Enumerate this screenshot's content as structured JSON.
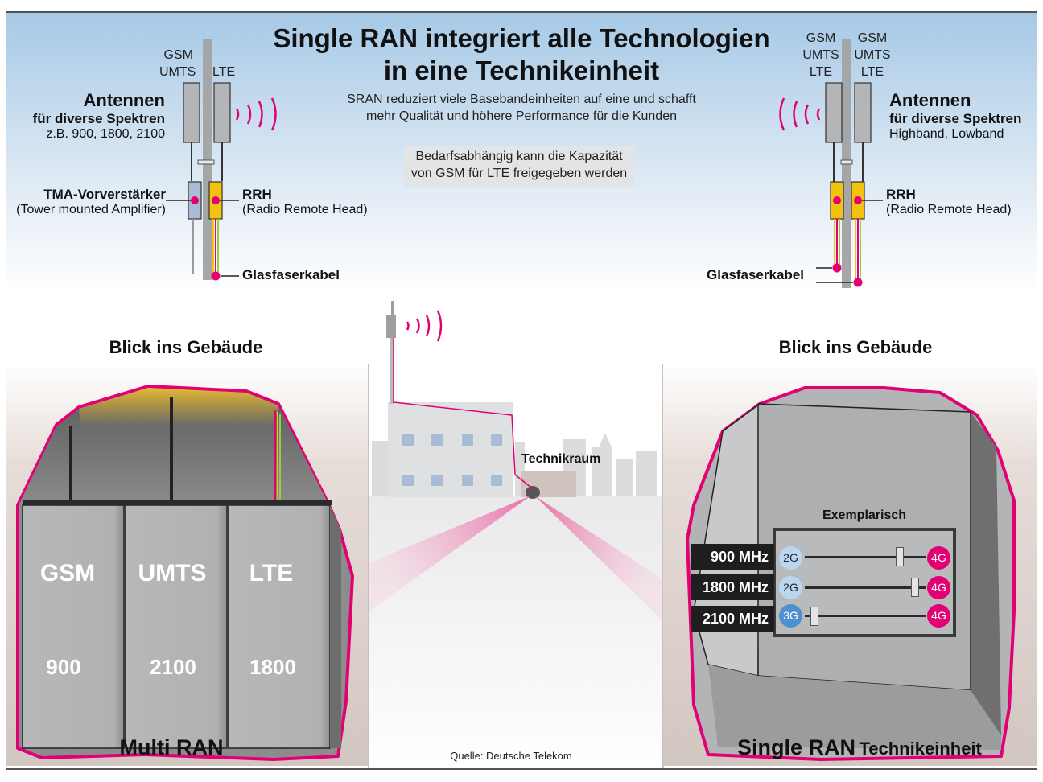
{
  "header": {
    "title_line1": "Single RAN integriert alle Technologien",
    "title_line2": "in eine Technikeinheit",
    "subtitle_line1": "SRAN reduziert viele Basebandeinheiten auf eine und schafft",
    "subtitle_line2": "mehr Qualität und höhere Performance für die Kunden",
    "note_line1": "Bedarfsabhängig kann die Kapazität",
    "note_line2": "von GSM für LTE freigegeben werden"
  },
  "left_mast": {
    "antenna_tag_left_1": "GSM",
    "antenna_tag_left_2": "UMTS",
    "antenna_tag_right": "LTE",
    "antennas_title": "Antennen",
    "antennas_sub": "für diverse Spektren",
    "antennas_example": "z.B. 900, 1800, 2100",
    "tma_title": "TMA-Vorverstärker",
    "tma_sub": "(Tower mounted Amplifier)",
    "rrh_title": "RRH",
    "rrh_sub": "(Radio Remote Head)",
    "fiber": "Glasfaserkabel"
  },
  "right_mast": {
    "tag_a_1": "GSM",
    "tag_a_2": "UMTS",
    "tag_a_3": "LTE",
    "tag_b_1": "GSM",
    "tag_b_2": "UMTS",
    "tag_b_3": "LTE",
    "antennas_title": "Antennen",
    "antennas_sub": "für diverse Spektren",
    "antennas_example": "Highband, Lowband",
    "rrh_title": "RRH",
    "rrh_sub": "(Radio Remote Head)",
    "fiber": "Glasfaserkabel"
  },
  "left_building": {
    "heading": "Blick ins Gebäude",
    "cabinets": [
      {
        "tech": "GSM",
        "band": "900"
      },
      {
        "tech": "UMTS",
        "band": "2100"
      },
      {
        "tech": "LTE",
        "band": "1800"
      }
    ],
    "caption": "Multi RAN"
  },
  "center": {
    "room_label": "Technikraum",
    "source": "Quelle: Deutsche Telekom"
  },
  "right_building": {
    "heading": "Blick ins Gebäude",
    "panel_title": "Exemplarisch",
    "sliders": [
      {
        "freq": "900 MHz",
        "from": "2G",
        "to": "4G",
        "level": 0.81
      },
      {
        "freq": "1800 MHz",
        "from": "2G",
        "to": "4G",
        "level": 0.94
      },
      {
        "freq": "2100 MHz",
        "from": "3G",
        "to": "4G",
        "level": 0.05
      }
    ],
    "caption_bold": "Single RAN",
    "caption_regular": "Technikeinheit"
  },
  "colors": {
    "magenta": "#e20074",
    "sky": "#a9cbe8",
    "gray_unit": "#b2b3b5",
    "yellow_rrh": "#f3c20f",
    "tma_blue": "#a8bcd6"
  }
}
